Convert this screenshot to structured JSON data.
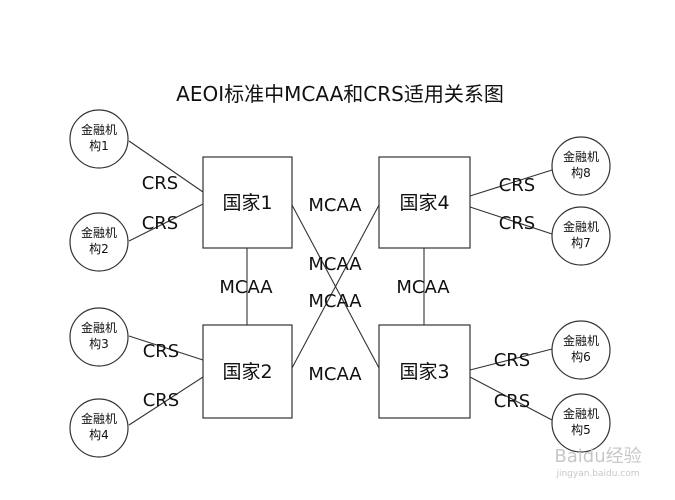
{
  "title": "AEOI标准中MCAA和CRS适用关系图",
  "countries": {
    "c1": "国家1",
    "c2": "国家2",
    "c3": "国家3",
    "c4": "国家4"
  },
  "institutions": {
    "i1": [
      "金融机",
      "构1"
    ],
    "i2": [
      "金融机",
      "构2"
    ],
    "i3": [
      "金融机",
      "构3"
    ],
    "i4": [
      "金融机",
      "构4"
    ],
    "i5": [
      "金融机",
      "构5"
    ],
    "i6": [
      "金融机",
      "构6"
    ],
    "i7": [
      "金融机",
      "构7"
    ],
    "i8": [
      "金融机",
      "构8"
    ]
  },
  "edge_labels": {
    "crs": "CRS",
    "mcaa": "MCAA"
  },
  "watermark": {
    "main": "Baidu经验",
    "sub": "jingyan.baidu.com"
  }
}
